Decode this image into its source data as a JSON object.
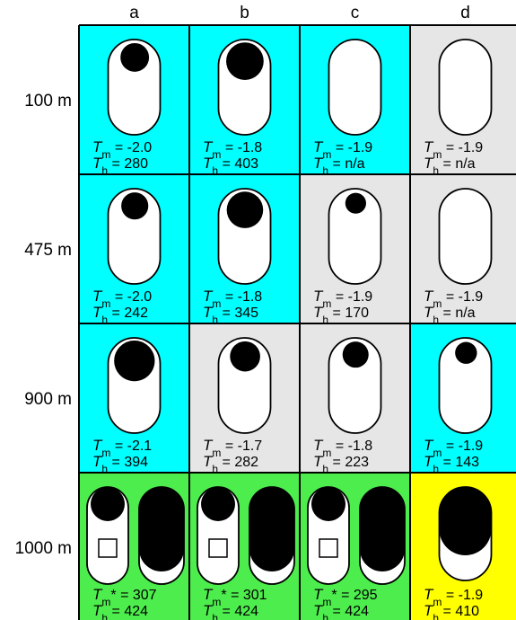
{
  "columns": [
    "a",
    "b",
    "c",
    "d"
  ],
  "rows": [
    {
      "label": "100 m",
      "cells": [
        {
          "bg": "cyan",
          "tube": {
            "type": "single",
            "bubble": 0.55
          },
          "tm_sym": "T",
          "tm_sub": "m",
          "tm_star": "",
          "tm_val": " = -2.0",
          "th_val": " = 280"
        },
        {
          "bg": "cyan",
          "tube": {
            "type": "single",
            "bubble": 0.72
          },
          "tm_sym": "T",
          "tm_sub": "m",
          "tm_star": "",
          "tm_val": " = -1.8",
          "th_val": " = 403"
        },
        {
          "bg": "cyan",
          "tube": {
            "type": "single",
            "bubble": 0
          },
          "tm_sym": "T",
          "tm_sub": "m",
          "tm_star": "",
          "tm_val": " = -1.9",
          "th_val": " = n/a"
        },
        {
          "bg": "gray",
          "tube": {
            "type": "single",
            "bubble": 0
          },
          "tm_sym": "T",
          "tm_sub": "m",
          "tm_star": "",
          "tm_val": " = -1.9",
          "th_val": " = n/a"
        }
      ]
    },
    {
      "label": "475 m",
      "cells": [
        {
          "bg": "cyan",
          "tube": {
            "type": "single",
            "bubble": 0.52
          },
          "tm_sym": "T",
          "tm_sub": "m",
          "tm_star": "",
          "tm_val": " = -2.0",
          "th_val": " = 242"
        },
        {
          "bg": "cyan",
          "tube": {
            "type": "single",
            "bubble": 0.7
          },
          "tm_sym": "T",
          "tm_sub": "m",
          "tm_star": "",
          "tm_val": " = -1.8",
          "th_val": " = 345"
        },
        {
          "bg": "gray",
          "tube": {
            "type": "single",
            "bubble": 0.4
          },
          "tm_sym": "T",
          "tm_sub": "m",
          "tm_star": "",
          "tm_val": " = -1.9",
          "th_val": " = 170"
        },
        {
          "bg": "gray",
          "tube": {
            "type": "single",
            "bubble": 0
          },
          "tm_sym": "T",
          "tm_sub": "m",
          "tm_star": "",
          "tm_val": " = -1.9",
          "th_val": " = n/a"
        }
      ]
    },
    {
      "label": "900 m",
      "cells": [
        {
          "bg": "cyan",
          "tube": {
            "type": "single",
            "bubble": 0.78
          },
          "tm_sym": "T",
          "tm_sub": "m",
          "tm_star": "",
          "tm_val": " = -2.1",
          "th_val": " = 394"
        },
        {
          "bg": "gray",
          "tube": {
            "type": "single",
            "bubble": 0.58
          },
          "tm_sym": "T",
          "tm_sub": "m",
          "tm_star": "",
          "tm_val": " = -1.7",
          "th_val": " = 282"
        },
        {
          "bg": "gray",
          "tube": {
            "type": "single",
            "bubble": 0.5
          },
          "tm_sym": "T",
          "tm_sub": "m",
          "tm_star": "",
          "tm_val": " = -1.8",
          "th_val": " = 223"
        },
        {
          "bg": "cyan",
          "tube": {
            "type": "single",
            "bubble": 0.42
          },
          "tm_sym": "T",
          "tm_sub": "m",
          "tm_star": "",
          "tm_val": " = -1.9",
          "th_val": " = 143"
        }
      ]
    },
    {
      "label": "1000 m",
      "cells": [
        {
          "bg": "green",
          "tube": {
            "type": "double"
          },
          "tm_sym": "T",
          "tm_sub": "m",
          "tm_star": "*",
          "tm_val": " = 307",
          "th_val": " = 424"
        },
        {
          "bg": "green",
          "tube": {
            "type": "double"
          },
          "tm_sym": "T",
          "tm_sub": "m",
          "tm_star": "*",
          "tm_val": " = 301",
          "th_val": " = 424"
        },
        {
          "bg": "green",
          "tube": {
            "type": "double"
          },
          "tm_sym": "T",
          "tm_sub": "m",
          "tm_star": "*",
          "tm_val": " = 295",
          "th_val": " = 424"
        },
        {
          "bg": "yellow",
          "tube": {
            "type": "filled"
          },
          "tm_sym": "T",
          "tm_sub": "m",
          "tm_star": "",
          "tm_val": " = -1.9",
          "th_val": " = 410"
        }
      ]
    }
  ],
  "th_sym": "T",
  "th_sub": "h",
  "colors": {
    "cyan": "#00ffff",
    "gray": "#e6e6e6",
    "green": "#4ded4d",
    "yellow": "#ffff00",
    "ink": "#000000",
    "tube": "#ffffff"
  }
}
